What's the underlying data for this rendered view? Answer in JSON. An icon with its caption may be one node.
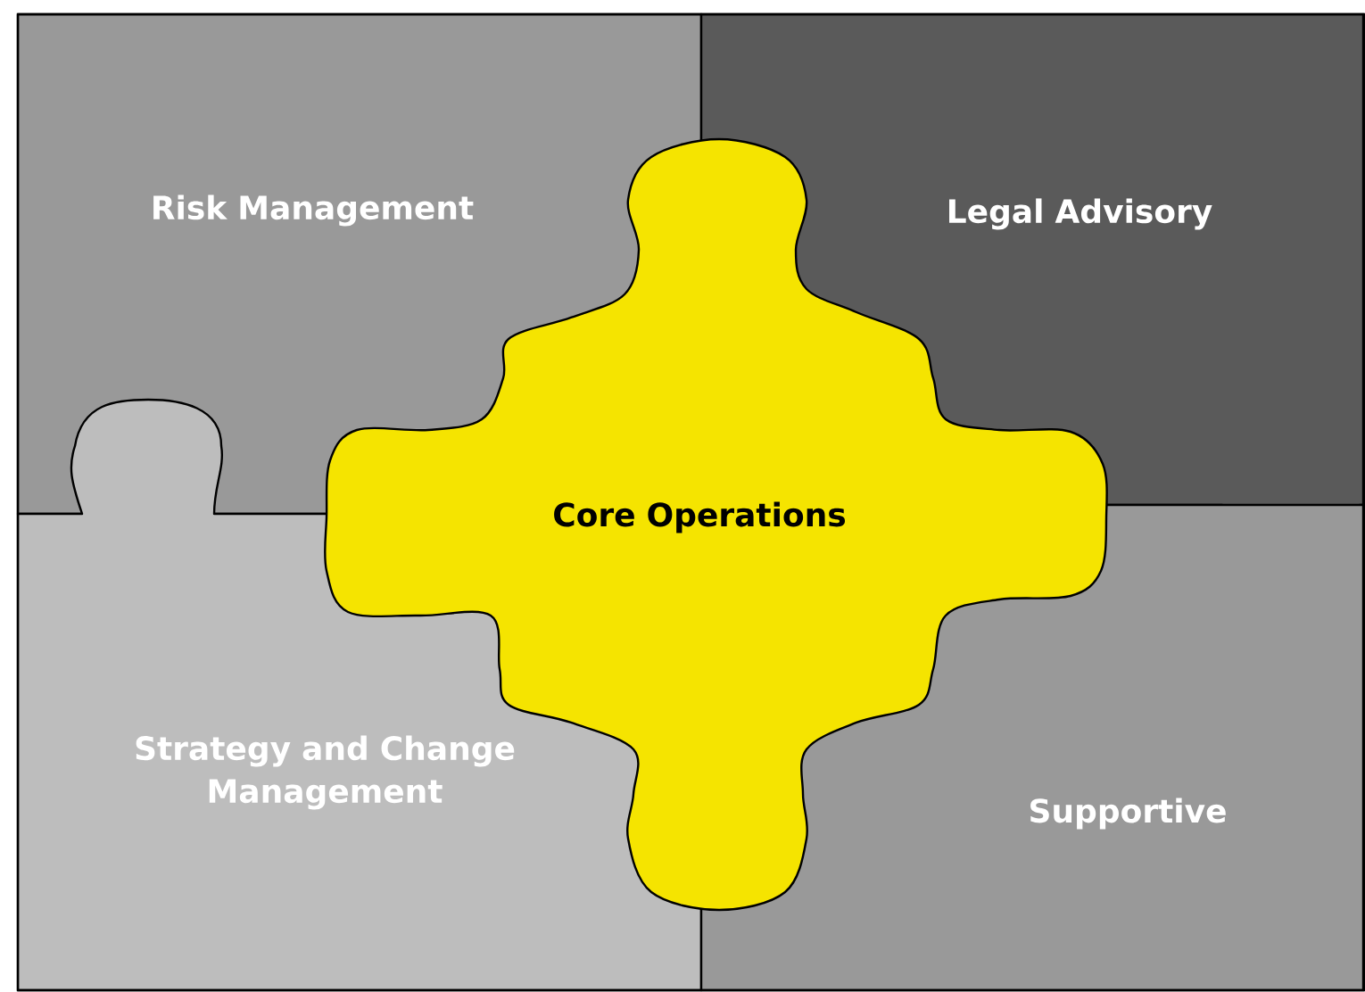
{
  "diagram": {
    "nodes": [
      {
        "text": [
          "Risk Management"
        ]
      },
      {
        "text": [
          "Legal Advisory"
        ]
      },
      {
        "text": [
          "Core Operations"
        ]
      },
      {
        "text": [
          "Strategy and Change Management"
        ]
      },
      {
        "text": [
          "Supportive"
        ]
      }
    ]
  }
}
